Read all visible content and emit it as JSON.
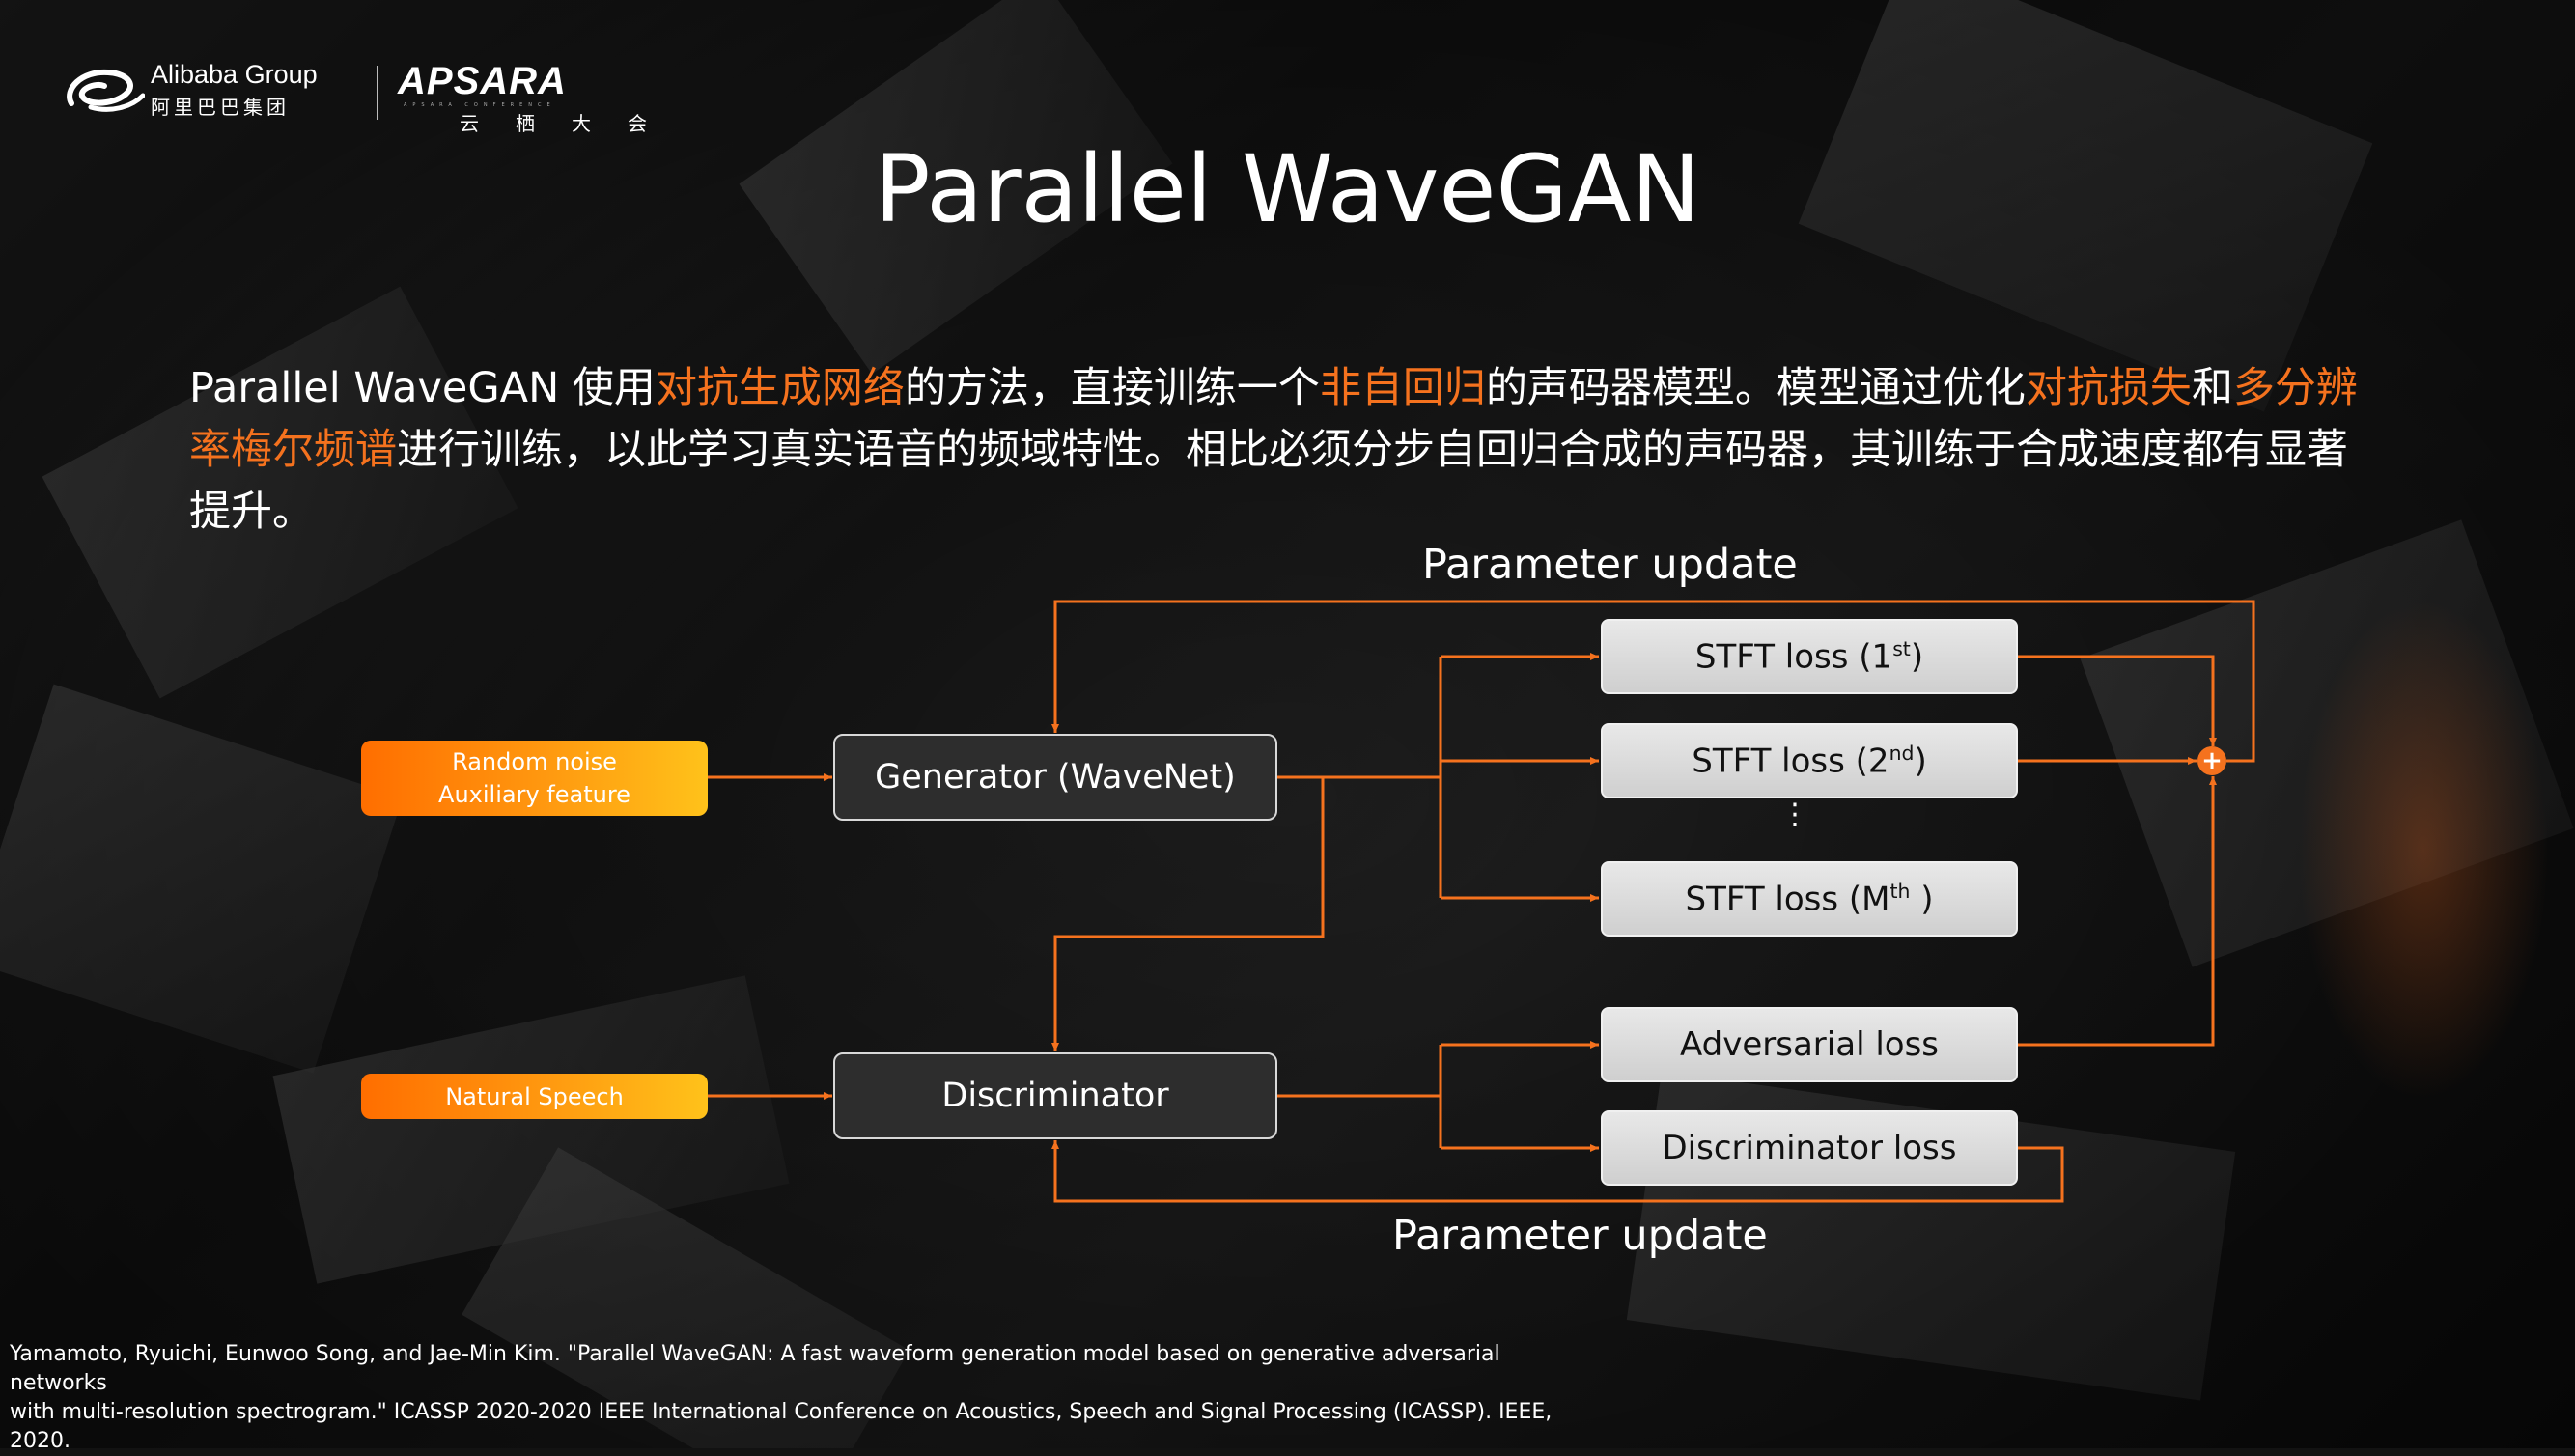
{
  "logo": {
    "alibaba_en": "Alibaba",
    "alibaba_group": "Group",
    "alibaba_cn": "阿里巴巴集团",
    "apsara_en": "APSARA",
    "apsara_sub": "APSARA CONFERENCE",
    "apsara_cn": "云栖大会"
  },
  "title": "Parallel WaveGAN",
  "intro": {
    "t1": "Parallel WaveGAN 使用",
    "h1": "对抗生成网络",
    "t2": "的方法，直接训练一个",
    "h2": "非自回归",
    "t3": "的声码器模型。模型通过优化",
    "h3": "对抗损失",
    "t4": "和",
    "h4": "多分辨率梅尔频谱",
    "t5": "进行训练，以此学习真实语音的频域特性。相比必须分步自回归合成的声码器，其训练于合成速度都有显著提升。"
  },
  "diagram": {
    "inputs": {
      "random_noise": "Random noise",
      "auxiliary_feature": "Auxiliary feature",
      "natural_speech": "Natural Speech"
    },
    "generator": "Generator (WaveNet)",
    "discriminator": "Discriminator",
    "losses": {
      "stft1_pre": "STFT loss (1",
      "stft1_sup": "st",
      "stft1_post": ")",
      "stft2_pre": "STFT loss (2",
      "stft2_sup": "nd",
      "stft2_post": ")",
      "stftm_pre": "STFT loss (M",
      "stftm_sup": "th",
      "stftm_post": " )",
      "adversarial": "Adversarial loss",
      "discriminator": "Discriminator loss"
    },
    "param_update_top": "Parameter update",
    "param_update_bottom": "Parameter update",
    "vertical_ellipsis": "⋮",
    "sum_symbol": "+",
    "colors": {
      "wire": "#f5721e",
      "accent": "#f5721e"
    }
  },
  "citation": {
    "line1": "Yamamoto, Ryuichi, Eunwoo Song, and Jae-Min Kim. \"Parallel WaveGAN: A fast waveform generation model based on generative adversarial networks",
    "line2": "with multi-resolution spectrogram.\" ICASSP 2020-2020 IEEE International Conference on Acoustics, Speech and Signal Processing (ICASSP). IEEE, 2020."
  }
}
